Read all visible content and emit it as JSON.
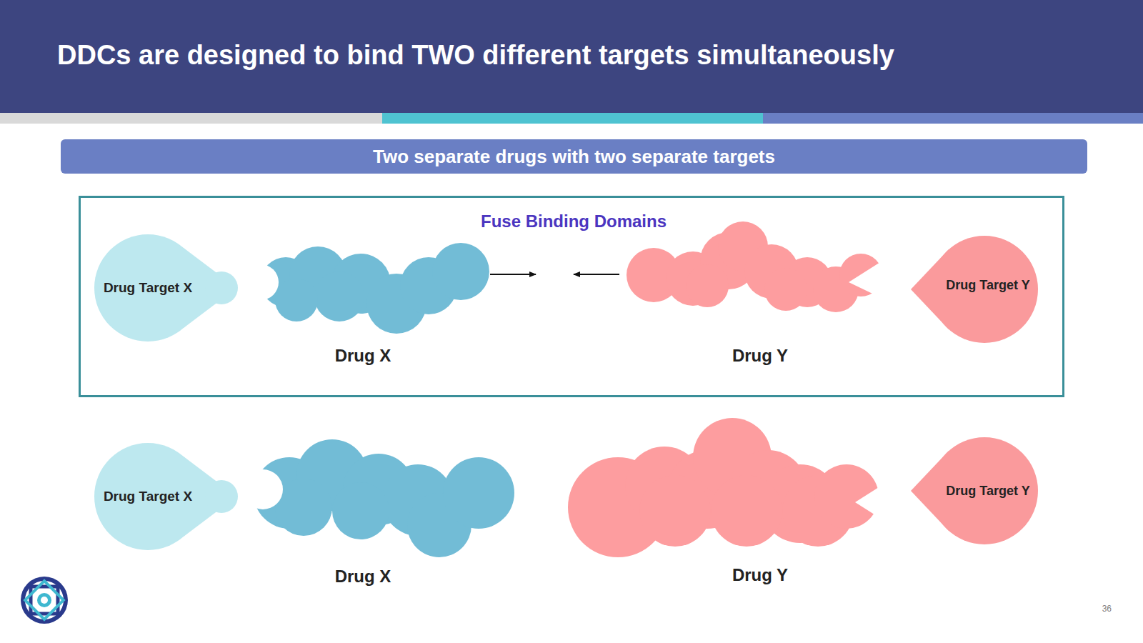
{
  "diagram": {
    "title": "DDCs are designed to bind TWO different targets simultaneously",
    "nodes": [
      {
        "text": [
          "Two separate drugs with two separate targets"
        ]
      },
      {
        "text": [
          "Fuse Binding Domains"
        ]
      },
      {
        "text": [
          "Drug Target X"
        ],
        "in": 1
      },
      {
        "text": [
          "Drug X"
        ],
        "in": 1
      },
      {
        "text": [
          "Drug Y"
        ],
        "in": 1
      },
      {
        "text": [
          "Drug Target Y"
        ],
        "in": 1
      },
      {
        "text": [
          "Drug Target X"
        ]
      },
      {
        "text": [
          "Drug X"
        ]
      },
      {
        "text": [
          "Drug Y"
        ]
      },
      {
        "text": [
          "Drug Target Y"
        ]
      }
    ],
    "labels": [
      "36"
    ]
  }
}
